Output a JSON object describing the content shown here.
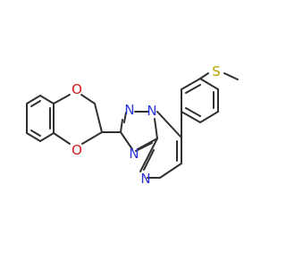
{
  "colors": {
    "bond": "#303030",
    "oxygen": "#d11a1a",
    "nitrogen": "#2b35d6",
    "sulfur": "#b8a200",
    "background": "#ffffff"
  },
  "atoms": {
    "o1": "O",
    "o2": "O",
    "n1": "N",
    "n2": "N",
    "n3": "N",
    "n4": "N",
    "s1": "S"
  }
}
